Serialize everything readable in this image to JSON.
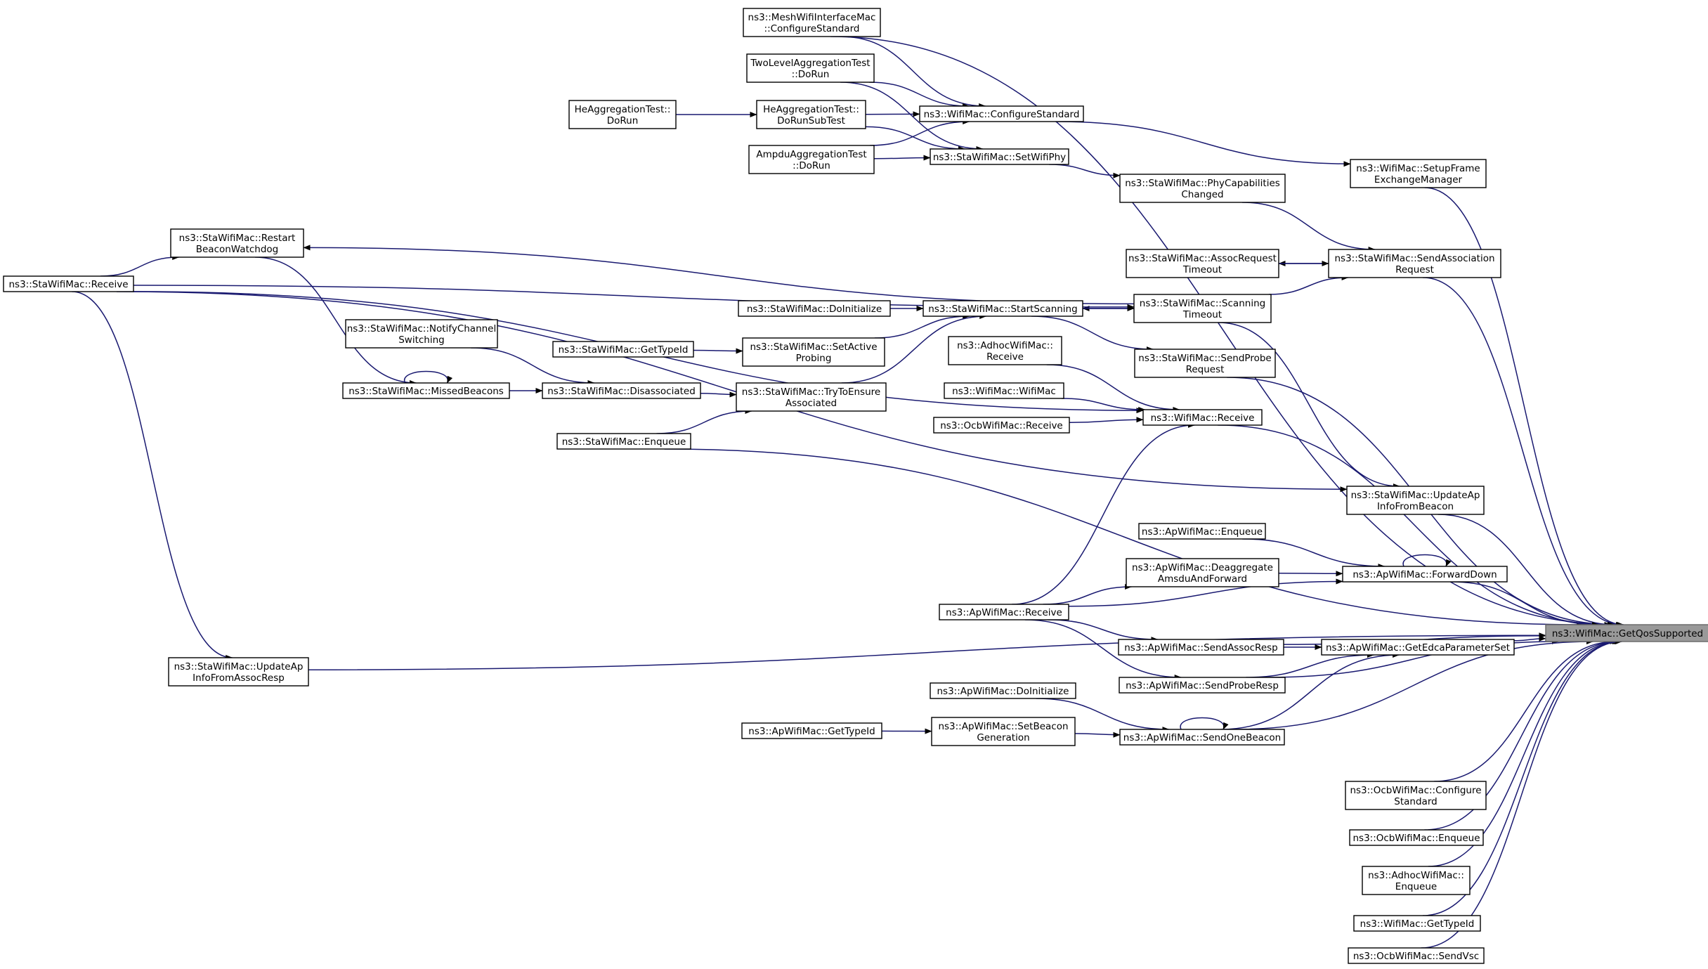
{
  "graph": {
    "colors": {
      "edge": "#191970",
      "node_border": "#000000",
      "node_fill": "#ffffff",
      "root_fill": "#999999"
    },
    "nodes": {
      "root": [
        "ns3::WifiMac::GetQosSupported"
      ],
      "meshConfigure": [
        "ns3::MeshWifiInterfaceMac",
        "::ConfigureStandard"
      ],
      "twoLevel": [
        "TwoLevelAggregationTest",
        "::DoRun"
      ],
      "heDoRun": [
        "HeAggregationTest::",
        "DoRun"
      ],
      "heDoRunSub": [
        "HeAggregationTest::",
        "DoRunSubTest"
      ],
      "ampduDoRun": [
        "AmpduAggregationTest",
        "::DoRun"
      ],
      "wifiConfigure": [
        "ns3::WifiMac::ConfigureStandard"
      ],
      "staSetWifiPhy": [
        "ns3::StaWifiMac::SetWifiPhy"
      ],
      "setupFrame": [
        "ns3::WifiMac::SetupFrame",
        "ExchangeManager"
      ],
      "phyCap": [
        "ns3::StaWifiMac::PhyCapabilities",
        "Changed"
      ],
      "restartBeacon": [
        "ns3::StaWifiMac::Restart",
        "BeaconWatchdog"
      ],
      "staReceive": [
        "ns3::StaWifiMac::Receive"
      ],
      "assocReqTimeout": [
        "ns3::StaWifiMac::AssocRequest",
        "Timeout"
      ],
      "sendAssocReq": [
        "ns3::StaWifiMac::SendAssociation",
        "Request"
      ],
      "staDoInit": [
        "ns3::StaWifiMac::DoInitialize"
      ],
      "startScanning": [
        "ns3::StaWifiMac::StartScanning"
      ],
      "scanningTimeout": [
        "ns3::StaWifiMac::Scanning",
        "Timeout"
      ],
      "notifyChannel": [
        "ns3::StaWifiMac::NotifyChannel",
        "Switching"
      ],
      "staGetTypeId": [
        "ns3::StaWifiMac::GetTypeId"
      ],
      "setActiveProbing": [
        "ns3::StaWifiMac::SetActive",
        "Probing"
      ],
      "sendProbeReq": [
        "ns3::StaWifiMac::SendProbe",
        "Request"
      ],
      "missedBeacons": [
        "ns3::StaWifiMac::MissedBeacons"
      ],
      "disassociated": [
        "ns3::StaWifiMac::Disassociated"
      ],
      "tryToEnsure": [
        "ns3::StaWifiMac::TryToEnsure",
        "Associated"
      ],
      "adhocReceive": [
        "ns3::AdhocWifiMac::",
        "Receive"
      ],
      "wifiMacCtor": [
        "ns3::WifiMac::WifiMac"
      ],
      "ocbReceive": [
        "ns3::OcbWifiMac::Receive"
      ],
      "wifiReceive": [
        "ns3::WifiMac::Receive"
      ],
      "staEnqueue": [
        "ns3::StaWifiMac::Enqueue"
      ],
      "updateApBeacon": [
        "ns3::StaWifiMac::UpdateAp",
        "InfoFromBeacon"
      ],
      "apEnqueue": [
        "ns3::ApWifiMac::Enqueue"
      ],
      "deaggregate": [
        "ns3::ApWifiMac::Deaggregate",
        "AmsduAndForward"
      ],
      "forwardDown": [
        "ns3::ApWifiMac::ForwardDown"
      ],
      "apReceive": [
        "ns3::ApWifiMac::Receive"
      ],
      "sendAssocResp": [
        "ns3::ApWifiMac::SendAssocResp"
      ],
      "getEdca": [
        "ns3::ApWifiMac::GetEdcaParameterSet"
      ],
      "updateApAssoc": [
        "ns3::StaWifiMac::UpdateAp",
        "InfoFromAssocResp"
      ],
      "sendProbeResp": [
        "ns3::ApWifiMac::SendProbeResp"
      ],
      "apDoInit": [
        "ns3::ApWifiMac::DoInitialize"
      ],
      "apGetTypeId": [
        "ns3::ApWifiMac::GetTypeId"
      ],
      "setBeaconGen": [
        "ns3::ApWifiMac::SetBeacon",
        "Generation"
      ],
      "sendOneBeacon": [
        "ns3::ApWifiMac::SendOneBeacon"
      ],
      "ocbConfigure": [
        "ns3::OcbWifiMac::Configure",
        "Standard"
      ],
      "ocbEnqueue": [
        "ns3::OcbWifiMac::Enqueue"
      ],
      "adhocEnqueue": [
        "ns3::AdhocWifiMac::",
        "Enqueue"
      ],
      "wifiGetTypeId": [
        "ns3::WifiMac::GetTypeId"
      ],
      "ocbSendVsc": [
        "ns3::OcbWifiMac::SendVsc"
      ]
    },
    "edges": [
      [
        "meshConfigure",
        "root"
      ],
      [
        "meshConfigure",
        "wifiConfigure"
      ],
      [
        "twoLevel",
        "wifiConfigure"
      ],
      [
        "twoLevel",
        "staSetWifiPhy"
      ],
      [
        "heDoRun",
        "heDoRunSub"
      ],
      [
        "heDoRunSub",
        "wifiConfigure"
      ],
      [
        "heDoRunSub",
        "staSetWifiPhy"
      ],
      [
        "ampduDoRun",
        "wifiConfigure"
      ],
      [
        "ampduDoRun",
        "staSetWifiPhy"
      ],
      [
        "wifiConfigure",
        "setupFrame"
      ],
      [
        "staSetWifiPhy",
        "phyCap"
      ],
      [
        "setupFrame",
        "root"
      ],
      [
        "phyCap",
        "sendAssocReq"
      ],
      [
        "sendAssocReq",
        "root"
      ],
      [
        "sendAssocReq",
        "assocReqTimeout"
      ],
      [
        "assocReqTimeout",
        "sendAssocReq"
      ],
      [
        "scanningTimeout",
        "sendAssocReq"
      ],
      [
        "scanningTimeout",
        "startScanning"
      ],
      [
        "startScanning",
        "scanningTimeout"
      ],
      [
        "scanningTimeout",
        "restartBeacon"
      ],
      [
        "scanningTimeout",
        "updateApBeacon"
      ],
      [
        "staReceive",
        "restartBeacon"
      ],
      [
        "staReceive",
        "scanningTimeout"
      ],
      [
        "staReceive",
        "updateApBeacon"
      ],
      [
        "staReceive",
        "updateApAssoc"
      ],
      [
        "staReceive",
        "wifiReceive"
      ],
      [
        "restartBeacon",
        "missedBeacons"
      ],
      [
        "missedBeacons",
        "missedBeacons"
      ],
      [
        "missedBeacons",
        "disassociated"
      ],
      [
        "notifyChannel",
        "disassociated"
      ],
      [
        "disassociated",
        "tryToEnsure"
      ],
      [
        "staDoInit",
        "startScanning"
      ],
      [
        "staGetTypeId",
        "setActiveProbing"
      ],
      [
        "setActiveProbing",
        "startScanning"
      ],
      [
        "tryToEnsure",
        "startScanning"
      ],
      [
        "staEnqueue",
        "tryToEnsure"
      ],
      [
        "staEnqueue",
        "root"
      ],
      [
        "startScanning",
        "sendProbeReq"
      ],
      [
        "sendProbeReq",
        "root"
      ],
      [
        "adhocReceive",
        "wifiReceive"
      ],
      [
        "wifiMacCtor",
        "wifiReceive"
      ],
      [
        "ocbReceive",
        "wifiReceive"
      ],
      [
        "wifiReceive",
        "root"
      ],
      [
        "apReceive",
        "wifiReceive"
      ],
      [
        "updateApBeacon",
        "root"
      ],
      [
        "apEnqueue",
        "forwardDown"
      ],
      [
        "deaggregate",
        "forwardDown"
      ],
      [
        "forwardDown",
        "forwardDown"
      ],
      [
        "apReceive",
        "deaggregate"
      ],
      [
        "apReceive",
        "forwardDown"
      ],
      [
        "forwardDown",
        "root"
      ],
      [
        "apReceive",
        "sendAssocResp"
      ],
      [
        "apReceive",
        "sendProbeResp"
      ],
      [
        "sendAssocResp",
        "getEdca"
      ],
      [
        "sendAssocResp",
        "root"
      ],
      [
        "getEdca",
        "root"
      ],
      [
        "sendProbeResp",
        "getEdca"
      ],
      [
        "sendProbeResp",
        "root"
      ],
      [
        "sendOneBeacon",
        "getEdca"
      ],
      [
        "sendOneBeacon",
        "sendOneBeacon"
      ],
      [
        "sendOneBeacon",
        "root"
      ],
      [
        "apDoInit",
        "sendOneBeacon"
      ],
      [
        "apGetTypeId",
        "setBeaconGen"
      ],
      [
        "setBeaconGen",
        "sendOneBeacon"
      ],
      [
        "updateApAssoc",
        "root"
      ],
      [
        "ocbConfigure",
        "root"
      ],
      [
        "ocbEnqueue",
        "root"
      ],
      [
        "adhocEnqueue",
        "root"
      ],
      [
        "wifiGetTypeId",
        "root"
      ],
      [
        "ocbSendVsc",
        "root"
      ]
    ]
  }
}
